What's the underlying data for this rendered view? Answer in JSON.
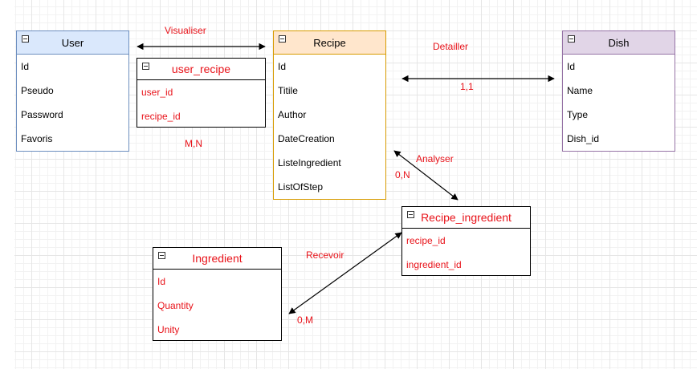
{
  "entities": {
    "user": {
      "title": "User",
      "fields": [
        "Id",
        "Pseudo",
        "Password",
        "Favoris"
      ],
      "header_color": "#dae8fc",
      "border_color": "#6c8ebf"
    },
    "user_recipe": {
      "title": "user_recipe",
      "fields": [
        "user_id",
        "recipe_id"
      ]
    },
    "recipe": {
      "title": "Recipe",
      "fields": [
        "Id",
        "Titile",
        "Author",
        "DateCreation",
        "ListeIngredient",
        "ListOfStep"
      ],
      "header_color": "#ffe6cc",
      "border_color": "#d79b00"
    },
    "dish": {
      "title": "Dish",
      "fields": [
        "Id",
        "Name",
        "Type",
        "Dish_id"
      ],
      "header_color": "#e1d5e7",
      "border_color": "#9673a6"
    },
    "recipe_ingredient": {
      "title": "Recipe_ingredient",
      "fields": [
        "recipe_id",
        "ingredient_id"
      ]
    },
    "ingredient": {
      "title": "Ingredient",
      "fields": [
        "Id",
        "Quantity",
        "Unity"
      ]
    }
  },
  "relations": {
    "visualiser": {
      "label": "Visualiser",
      "cardinality": "M,N"
    },
    "detailler": {
      "label": "Detailler",
      "cardinality": "1,1"
    },
    "analyser": {
      "label": "Analyser",
      "cardinality": "0,N"
    },
    "recevoir": {
      "label": "Recevoir",
      "cardinality": "0,M"
    }
  },
  "colors": {
    "relation_text": "#e8131a",
    "edge": "#000000"
  }
}
